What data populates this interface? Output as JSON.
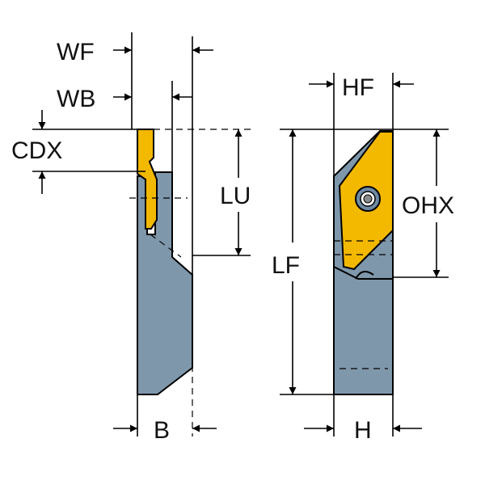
{
  "labels": {
    "wf": "WF",
    "wb": "WB",
    "cdx": "CDX",
    "lu": "LU",
    "lf": "LF",
    "hf": "HF",
    "ohx": "OHX",
    "b": "B",
    "h": "H"
  },
  "colors": {
    "tool_body": "#7f97ab",
    "insert": "#f3b800",
    "screw_ring": "#6e8aa5",
    "outline": "#000000"
  },
  "icons": {
    "insert_screw": "torx-screw-icon"
  }
}
